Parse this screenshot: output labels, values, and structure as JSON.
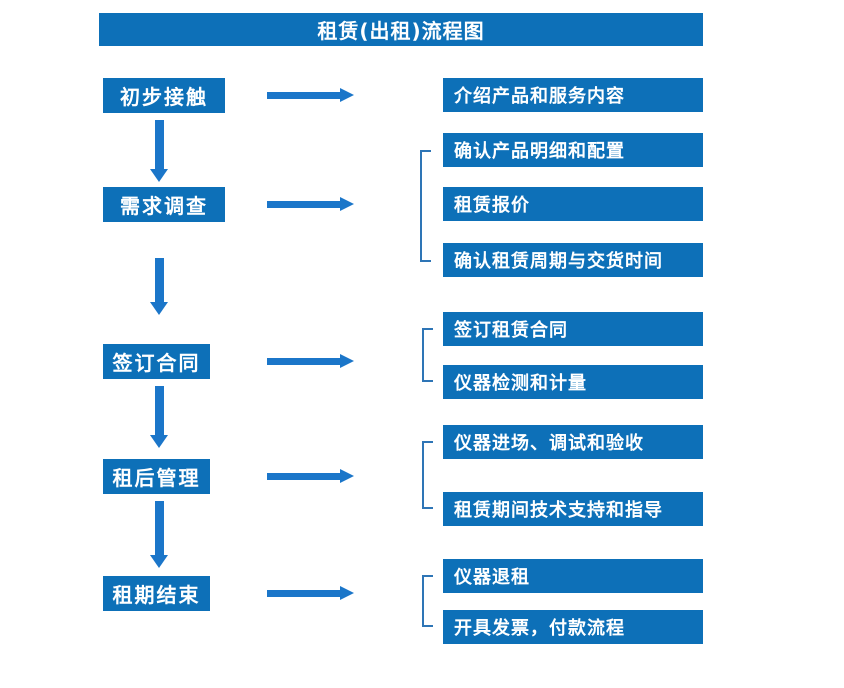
{
  "title": "租赁(出租)流程图",
  "colors": {
    "box_blue": "#0d70b8",
    "arrow_blue": "#1b76c9",
    "bracket_blue": "#2e75b6",
    "text_white": "#ffffff",
    "background": "#ffffff"
  },
  "flow": {
    "stages": [
      {
        "label": "初步接触",
        "outputs": [
          "介绍产品和服务内容"
        ]
      },
      {
        "label": "需求调查",
        "outputs": [
          "确认产品明细和配置",
          "租赁报价",
          "确认租赁周期与交货时间"
        ]
      },
      {
        "label": "签订合同",
        "outputs": [
          "签订租赁合同",
          "仪器检测和计量"
        ]
      },
      {
        "label": "租后管理",
        "outputs": [
          "仪器进场、调试和验收",
          "租赁期间技术支持和指导"
        ]
      },
      {
        "label": "租期结束",
        "outputs": [
          "仪器退租",
          "开具发票，付款流程"
        ]
      }
    ]
  }
}
